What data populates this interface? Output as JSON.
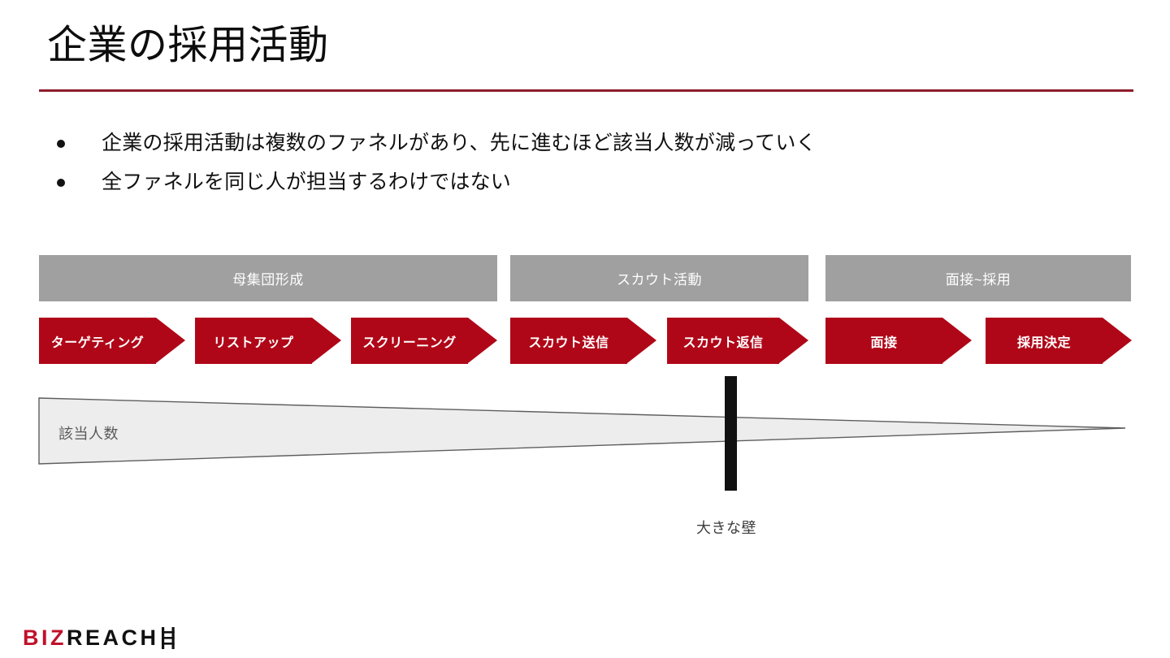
{
  "slide": {
    "title": "企業の採用活動",
    "accent_color": "#8d1c2b",
    "arrow_color": "#b00718",
    "band_color": "#a0a0a0"
  },
  "bullets": [
    {
      "text": "企業の採用活動は複数のファネルがあり、先に進むほど該当人数が減っていく"
    },
    {
      "text": "全ファネルを同じ人が担当するわけではない"
    }
  ],
  "phases": [
    {
      "label": "母集団形成"
    },
    {
      "label": "スカウト活動"
    },
    {
      "label": "面接~採用"
    }
  ],
  "stages": [
    {
      "label": "ターゲティング"
    },
    {
      "label": "リストアップ"
    },
    {
      "label": "スクリーニング"
    },
    {
      "label": "スカウト送信"
    },
    {
      "label": "スカウト返信"
    },
    {
      "label": "面接"
    },
    {
      "label": "採用決定"
    }
  ],
  "funnel": {
    "label": "該当人数",
    "wall_label": "大きな壁"
  },
  "logo": {
    "part_red": "BIZ",
    "part_black": "REACH",
    "red_hex": "#c0122b"
  }
}
